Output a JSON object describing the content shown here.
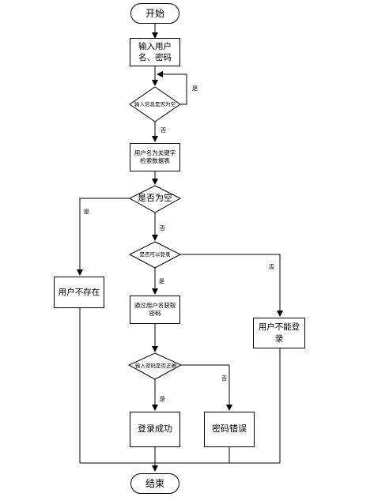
{
  "nodes": {
    "start": "开始",
    "input": "输入用户名、密码",
    "check_empty": "输入信息是否为空",
    "search_db": "用户名为关键字检索数据表",
    "exists": "是否为空",
    "can_login": "是否可以登录",
    "user_not_exist": "用户不存在",
    "get_password": "通过用户名获取密码",
    "cannot_login": "用户不能登录",
    "password_correct": "输入密码是否正确",
    "login_success": "登录成功",
    "password_error": "密码错误",
    "end": "结束"
  },
  "edges": {
    "yes": "是",
    "no": "否"
  }
}
